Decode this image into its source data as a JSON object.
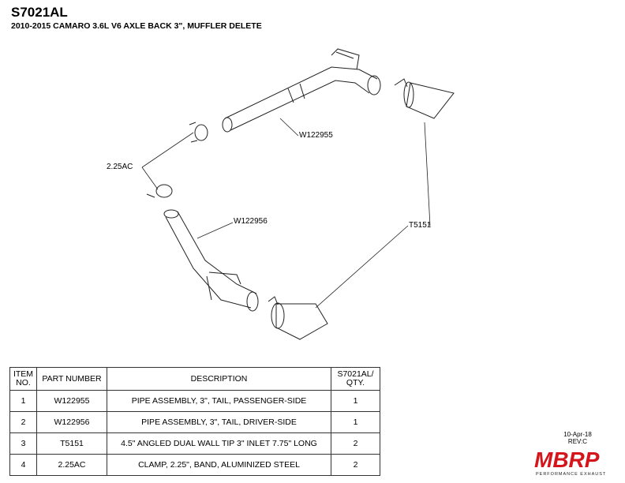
{
  "header": {
    "title": "S7021AL",
    "subtitle": "2010-2015 CAMARO 3.6L V6 AXLE BACK 3\", MUFFLER DELETE"
  },
  "callouts": {
    "clamp": "2.25AC",
    "pass_pipe": "W122955",
    "driver_pipe": "W122956",
    "tip": "T5151"
  },
  "table": {
    "headers": {
      "item": "ITEM NO.",
      "part": "PART NUMBER",
      "desc": "DESCRIPTION",
      "qty": "S7021AL/ QTY."
    },
    "rows": [
      {
        "item": "1",
        "part": "W122955",
        "desc": "PIPE ASSEMBLY, 3\", TAIL, PASSENGER-SIDE",
        "qty": "1"
      },
      {
        "item": "2",
        "part": "W122956",
        "desc": "PIPE ASSEMBLY, 3\", TAIL, DRIVER-SIDE",
        "qty": "1"
      },
      {
        "item": "3",
        "part": "T5151",
        "desc": "4.5\" ANGLED DUAL WALL TIP 3\" INLET 7.75\" LONG",
        "qty": "2"
      },
      {
        "item": "4",
        "part": "2.25AC",
        "desc": "CLAMP, 2.25\", BAND, ALUMINIZED STEEL",
        "qty": "2"
      }
    ]
  },
  "revision": {
    "date": "10-Apr-18",
    "rev": "REV:C"
  },
  "logo": {
    "brand": "MBRP",
    "tagline": "PERFORMANCE EXHAUST",
    "brand_color": "#d4151b"
  }
}
